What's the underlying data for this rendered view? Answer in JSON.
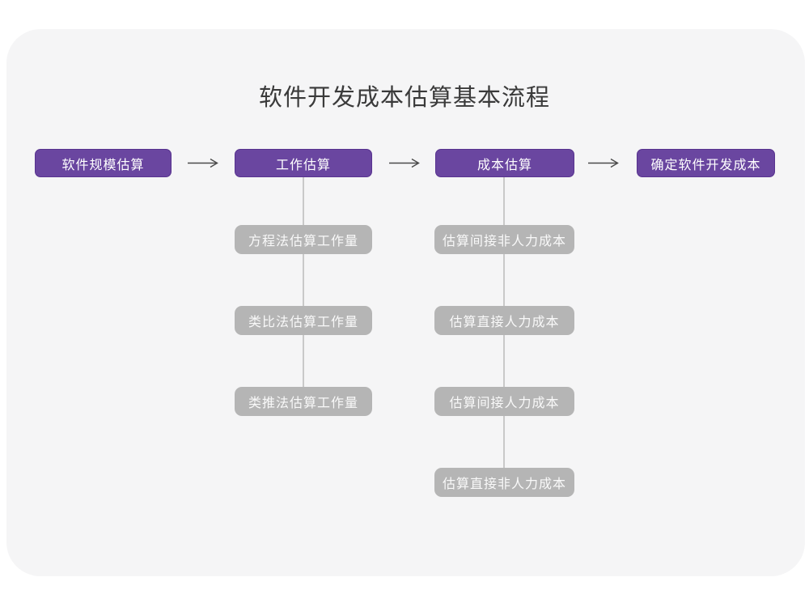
{
  "title": "软件开发成本估算基本流程",
  "colors": {
    "card_background": "#f5f5f6",
    "accent_purple": "#6a46a0",
    "accent_purple_border": "#58338f",
    "node_gray": "#b5b5b5",
    "connector_line": "#c9c9c9",
    "arrow": "#4a4a4a",
    "title_text": "#3a3a3a",
    "node_text": "#ffffff"
  },
  "flow_steps": [
    {
      "label": "软件规模估算",
      "children": []
    },
    {
      "label": "工作估算",
      "children": [
        {
          "label": "方程法估算工作量"
        },
        {
          "label": "类比法估算工作量"
        },
        {
          "label": "类推法估算工作量"
        }
      ]
    },
    {
      "label": "成本估算",
      "children": [
        {
          "label": "估算间接非人力成本"
        },
        {
          "label": "估算直接人力成本"
        },
        {
          "label": "估算间接人力成本"
        },
        {
          "label": "估算直接非人力成本"
        }
      ]
    },
    {
      "label": "确定软件开发成本",
      "children": []
    }
  ]
}
